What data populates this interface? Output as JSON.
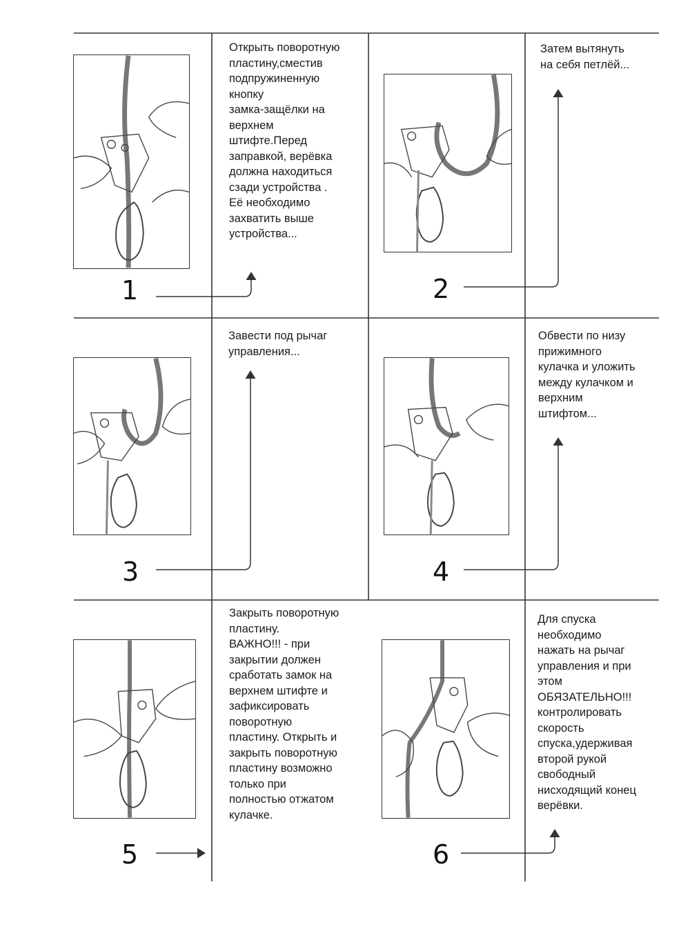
{
  "steps": [
    {
      "number": "1",
      "text": "Открыть поворотную\nпластину,сместив\nподпружиненную\nкнопку\nзамка-защёлки на\nверхнем\nштифте.Перед\nзаправкой, верёвка\nдолжна находиться\nсзади устройства .\nЕё необходимо\nзахватить выше\nустройства..."
    },
    {
      "number": "2",
      "text": "Затем вытянуть\nна себя петлёй..."
    },
    {
      "number": "3",
      "text": "Завести под рычаг\nуправления..."
    },
    {
      "number": "4",
      "text": "Обвести по низу\nприжимного\nкулачка и уложить\nмежду кулачком и\nверхним\nштифтом..."
    },
    {
      "number": "5",
      "text": "Закрыть поворотную\nпластину.\nВАЖНО!!! - при\nзакрытии должен\nсработать замок на\nверхнем штифте и\nзафиксировать\nповоротную\nпластину. Открыть и\nзакрыть поворотную\nпластину возможно\nтолько при\nполностью отжатом\nкулачке."
    },
    {
      "number": "6",
      "text": "Для спуска\nнеобходимо\nнажать на рычаг\nуправления и при\nэтом\nОБЯЗАТЕЛЬНО!!!\nконтролировать\nскорость\nспуска,удерживая\nвторой рукой\nсвободный\nнисходящий конец\nверёвки."
    }
  ]
}
